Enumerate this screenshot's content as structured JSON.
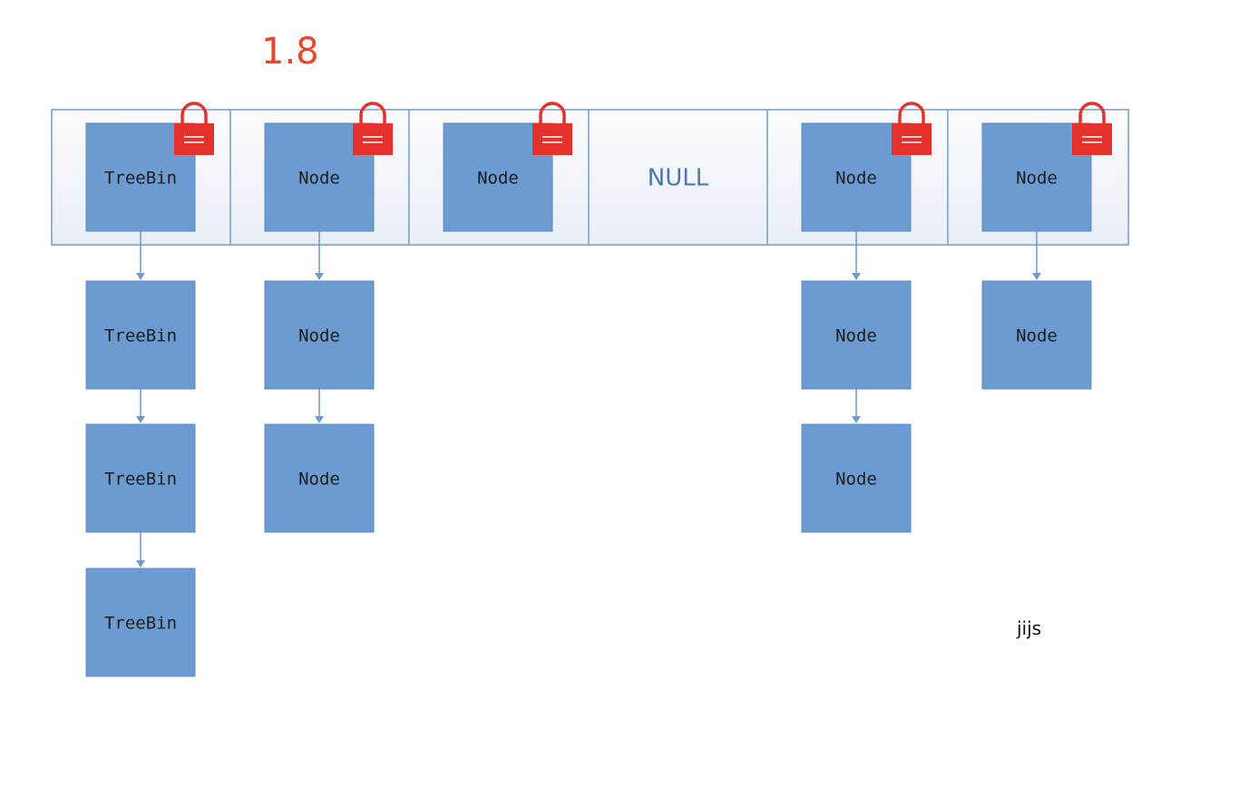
{
  "version_label": "1.8",
  "watermark": "jijs",
  "colors": {
    "node_fill": "#6b9bd0",
    "node_edge": "#5b8bc2",
    "slot_border": "#7fa3cf",
    "arrow": "#6b9bd0",
    "lock_body": "#e4312b",
    "lock_shackle": "#e4312b",
    "null_text": "#4a78b6",
    "version_text": "#e8472e"
  },
  "slots": [
    {
      "head": "TreeBin",
      "locked": true,
      "chain": [
        "TreeBin",
        "TreeBin",
        "TreeBin"
      ]
    },
    {
      "head": "Node",
      "locked": true,
      "chain": [
        "Node",
        "Node"
      ]
    },
    {
      "head": "Node",
      "locked": true,
      "chain": []
    },
    {
      "head": "NULL",
      "locked": false,
      "is_null": true,
      "chain": []
    },
    {
      "head": "Node",
      "locked": true,
      "chain": [
        "Node",
        "Node"
      ]
    },
    {
      "head": "Node",
      "locked": true,
      "chain": [
        "Node"
      ]
    }
  ]
}
